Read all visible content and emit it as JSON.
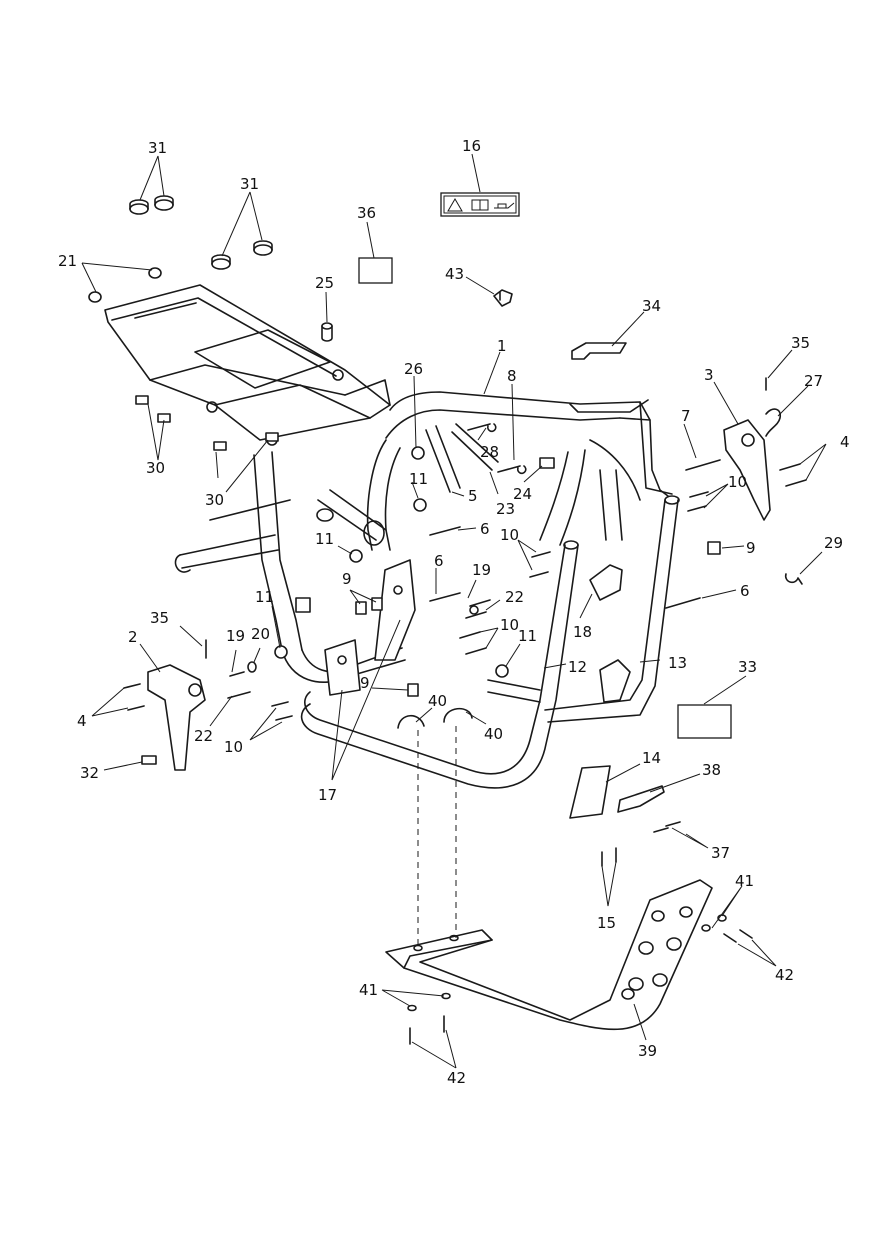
{
  "callouts": [
    {
      "id": "c31a",
      "text": "31"
    },
    {
      "id": "c31b",
      "text": "31"
    },
    {
      "id": "c16",
      "text": "16"
    },
    {
      "id": "c36",
      "text": "36"
    },
    {
      "id": "c21",
      "text": "21"
    },
    {
      "id": "c43",
      "text": "43"
    },
    {
      "id": "c25",
      "text": "25"
    },
    {
      "id": "c34",
      "text": "34"
    },
    {
      "id": "c1",
      "text": "1"
    },
    {
      "id": "c35a",
      "text": "35"
    },
    {
      "id": "c26",
      "text": "26"
    },
    {
      "id": "c8",
      "text": "8"
    },
    {
      "id": "c3",
      "text": "3"
    },
    {
      "id": "c27",
      "text": "27"
    },
    {
      "id": "c30a",
      "text": "30"
    },
    {
      "id": "c7",
      "text": "7"
    },
    {
      "id": "c4a",
      "text": "4"
    },
    {
      "id": "c28",
      "text": "28"
    },
    {
      "id": "c11a",
      "text": "11"
    },
    {
      "id": "c30b",
      "text": "30"
    },
    {
      "id": "c5",
      "text": "5"
    },
    {
      "id": "c24",
      "text": "24"
    },
    {
      "id": "c23",
      "text": "23"
    },
    {
      "id": "c10a",
      "text": "10"
    },
    {
      "id": "c6a",
      "text": "6"
    },
    {
      "id": "c11b",
      "text": "11"
    },
    {
      "id": "c10b",
      "text": "10"
    },
    {
      "id": "c9a",
      "text": "9"
    },
    {
      "id": "c29",
      "text": "29"
    },
    {
      "id": "c6b",
      "text": "6"
    },
    {
      "id": "c19a",
      "text": "19"
    },
    {
      "id": "c9b",
      "text": "9"
    },
    {
      "id": "c6c",
      "text": "6"
    },
    {
      "id": "c22a",
      "text": "22"
    },
    {
      "id": "c11c",
      "text": "11"
    },
    {
      "id": "c35b",
      "text": "35"
    },
    {
      "id": "c18",
      "text": "18"
    },
    {
      "id": "c10c",
      "text": "10"
    },
    {
      "id": "c2",
      "text": "2"
    },
    {
      "id": "c19b",
      "text": "19"
    },
    {
      "id": "c20",
      "text": "20"
    },
    {
      "id": "c11d",
      "text": "11"
    },
    {
      "id": "c12",
      "text": "12"
    },
    {
      "id": "c13",
      "text": "13"
    },
    {
      "id": "c33",
      "text": "33"
    },
    {
      "id": "c4b",
      "text": "4"
    },
    {
      "id": "c9c",
      "text": "9"
    },
    {
      "id": "c40a",
      "text": "40"
    },
    {
      "id": "c22b",
      "text": "22"
    },
    {
      "id": "c40b",
      "text": "40"
    },
    {
      "id": "c10d",
      "text": "10"
    },
    {
      "id": "c14",
      "text": "14"
    },
    {
      "id": "c38",
      "text": "38"
    },
    {
      "id": "c32",
      "text": "32"
    },
    {
      "id": "c17",
      "text": "17"
    },
    {
      "id": "c37",
      "text": "37"
    },
    {
      "id": "c41a",
      "text": "41"
    },
    {
      "id": "c15",
      "text": "15"
    },
    {
      "id": "c42a",
      "text": "42"
    },
    {
      "id": "c41b",
      "text": "41"
    },
    {
      "id": "c39",
      "text": "39"
    },
    {
      "id": "c42b",
      "text": "42"
    }
  ],
  "label_16_icons": [
    "warning-triangle-icon",
    "manual-book-icon",
    "oil-can-icon"
  ]
}
